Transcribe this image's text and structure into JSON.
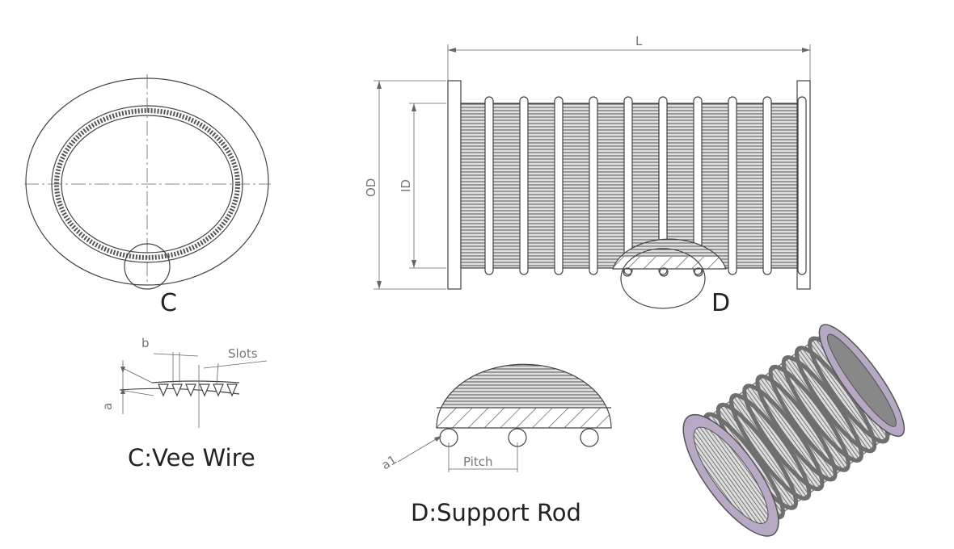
{
  "labels": {
    "detail_c": "C",
    "detail_d": "D",
    "length": "L",
    "outer_diameter": "OD",
    "inner_diameter": "ID",
    "slot_width": "b",
    "slots": "Slots",
    "wire_height": "a",
    "rod_dim": "a1",
    "pitch": "Pitch"
  },
  "captions": {
    "vee_wire": "C:Vee Wire",
    "support_rod": "D:Support Rod"
  },
  "colors": {
    "line": "#444444",
    "end_ring": "#b7a9c3",
    "metal": "#9a9a9a"
  }
}
